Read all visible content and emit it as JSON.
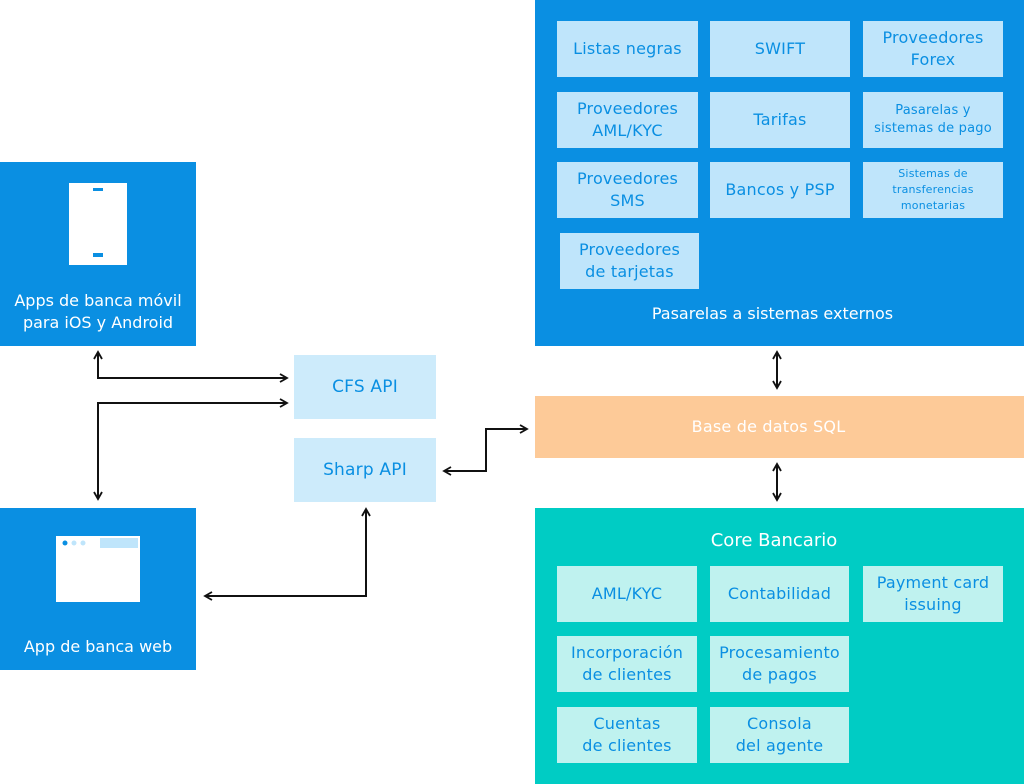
{
  "mobile_app": {
    "label_line1": "Apps de banca móvil",
    "label_line2": "para iOS y Android"
  },
  "web_app": {
    "label": "App de banca web"
  },
  "apis": {
    "cfs": "CFS API",
    "sharp": "Sharp API"
  },
  "external_gateways": {
    "title": "Pasarelas a sistemas externos",
    "items": [
      {
        "line1": "Listas negras",
        "line2": ""
      },
      {
        "line1": "SWIFT",
        "line2": ""
      },
      {
        "line1": "Proveedores",
        "line2": "Forex"
      },
      {
        "line1": "Proveedores",
        "line2": "AML/KYC"
      },
      {
        "line1": "Tarifas",
        "line2": ""
      },
      {
        "line1": "Pasarelas y",
        "line2": "sistemas de pago"
      },
      {
        "line1": "Proveedores",
        "line2": "SMS"
      },
      {
        "line1": "Bancos y PSP",
        "line2": ""
      },
      {
        "line1": "Sistemas de",
        "line2": "transferencias",
        "line3": "monetarias"
      },
      {
        "line1": "Proveedores",
        "line2": "de tarjetas"
      }
    ]
  },
  "database": {
    "label": "Base de datos SQL"
  },
  "core_banking": {
    "title": "Core Bancario",
    "items": [
      {
        "line1": "AML/KYC",
        "line2": ""
      },
      {
        "line1": "Contabilidad",
        "line2": ""
      },
      {
        "line1": "Payment card",
        "line2": "issuing"
      },
      {
        "line1": "Incorporación",
        "line2": "de clientes"
      },
      {
        "line1": "Procesamiento",
        "line2": "de pagos"
      },
      {
        "line1": "Cuentas",
        "line2": "de clientes"
      },
      {
        "line1": "Consola",
        "line2": "del agente"
      }
    ]
  },
  "colors": {
    "primary_blue": "#0a8fe2",
    "teal": "#00ccc4",
    "sql_orange": "#fdca98",
    "light_blue_tile": "#bfe5fb",
    "light_teal_tile": "#bff2ef"
  }
}
